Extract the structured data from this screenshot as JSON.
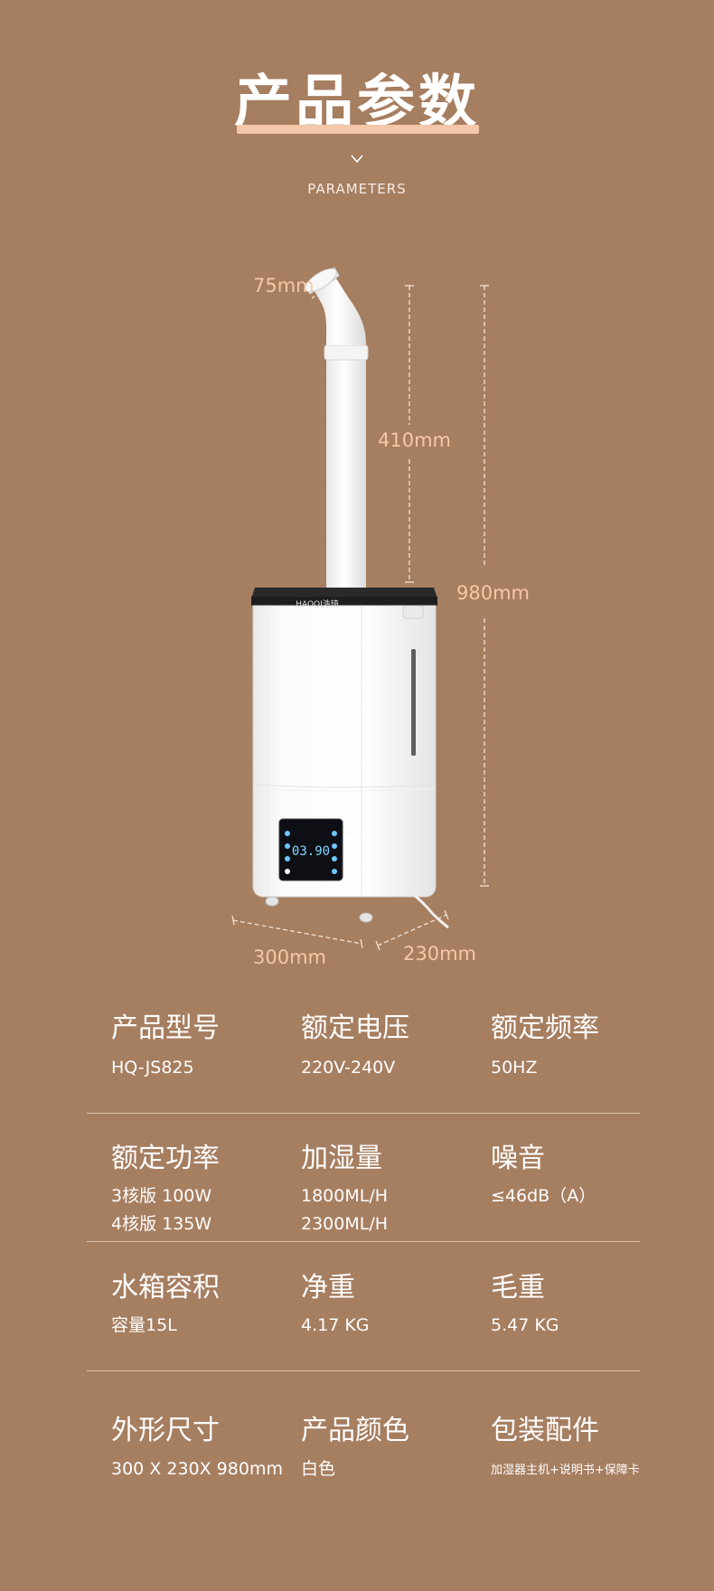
{
  "header": {
    "title": "产品参数",
    "subtitle": "PARAMETERS",
    "chevron_icon": "chevron-down-icon"
  },
  "dimensions": {
    "nozzle": "75mm",
    "pipe_height": "410mm",
    "total_height": "980mm",
    "width": "300mm",
    "depth": "230mm"
  },
  "product": {
    "brand_logo": "HAOQI浩琦",
    "display_readout": "03.90"
  },
  "specs": {
    "row1": [
      {
        "label": "产品型号",
        "values": [
          "HQ-JS825"
        ]
      },
      {
        "label": "额定电压",
        "values": [
          "220V-240V"
        ]
      },
      {
        "label": "额定频率",
        "values": [
          "50HZ"
        ]
      }
    ],
    "row2": [
      {
        "label": "额定功率",
        "values": [
          "3核版 100W",
          "4核版 135W"
        ]
      },
      {
        "label": "加湿量",
        "values": [
          "1800ML/H",
          "2300ML/H"
        ]
      },
      {
        "label": "噪音",
        "values": [
          "≤46dB（A）"
        ]
      }
    ],
    "row3": [
      {
        "label": "水箱容积",
        "values": [
          "容量15L"
        ]
      },
      {
        "label": "净重",
        "values": [
          "4.17 KG"
        ]
      },
      {
        "label": "毛重",
        "values": [
          "5.47 KG"
        ]
      }
    ],
    "row4": [
      {
        "label": "外形尺寸",
        "values": [
          "300 X 230X 980mm"
        ]
      },
      {
        "label": "产品颜色",
        "values": [
          "白色"
        ]
      },
      {
        "label": "包装配件",
        "values": [
          "加湿器主机+说明书+保障卡"
        ]
      }
    ]
  },
  "colors": {
    "background": "#a67e60",
    "accent": "#f3c7a8",
    "dimension_text": "#f6c8a6"
  }
}
